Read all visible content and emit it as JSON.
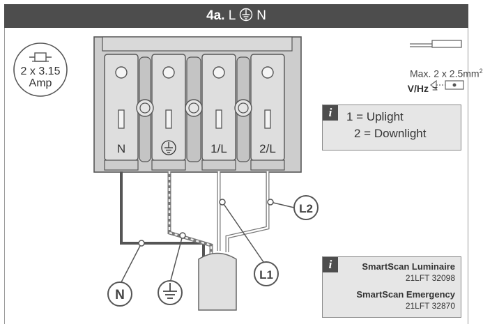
{
  "header": {
    "title_bold": "4a.",
    "title_left": "L",
    "title_right": "N",
    "earth_symbol": "earth-ground-icon"
  },
  "fuse": {
    "label_line1": "2 x 3.15",
    "label_line2": "Amp"
  },
  "terminal_block": {
    "terminals": [
      "N",
      "",
      "1/L",
      "2/L"
    ],
    "earth_terminal_symbol": "earth-ground-icon"
  },
  "wire_spec": {
    "max_text": "Max. 2 x 2.5mm",
    "max_superscript": "2",
    "voltage_label": "V/Hz",
    "voltage_equals": "="
  },
  "info_function": {
    "icon": "info-icon",
    "lines": [
      "1 = Uplight",
      "2 = Downlight"
    ]
  },
  "info_products": {
    "icon": "info-icon",
    "items": [
      {
        "name": "SmartScan Luminaire",
        "code": "21LFT 32098"
      },
      {
        "name": "SmartScan Emergency",
        "code": "21LFT 32870"
      }
    ]
  },
  "wire_callouts": [
    "N",
    "L1",
    "L2"
  ],
  "colors": {
    "header_bg": "#4d4d4d",
    "block_fill": "#cccccc",
    "info_bg": "#e6e6e6",
    "wire_dark": "#555555"
  }
}
